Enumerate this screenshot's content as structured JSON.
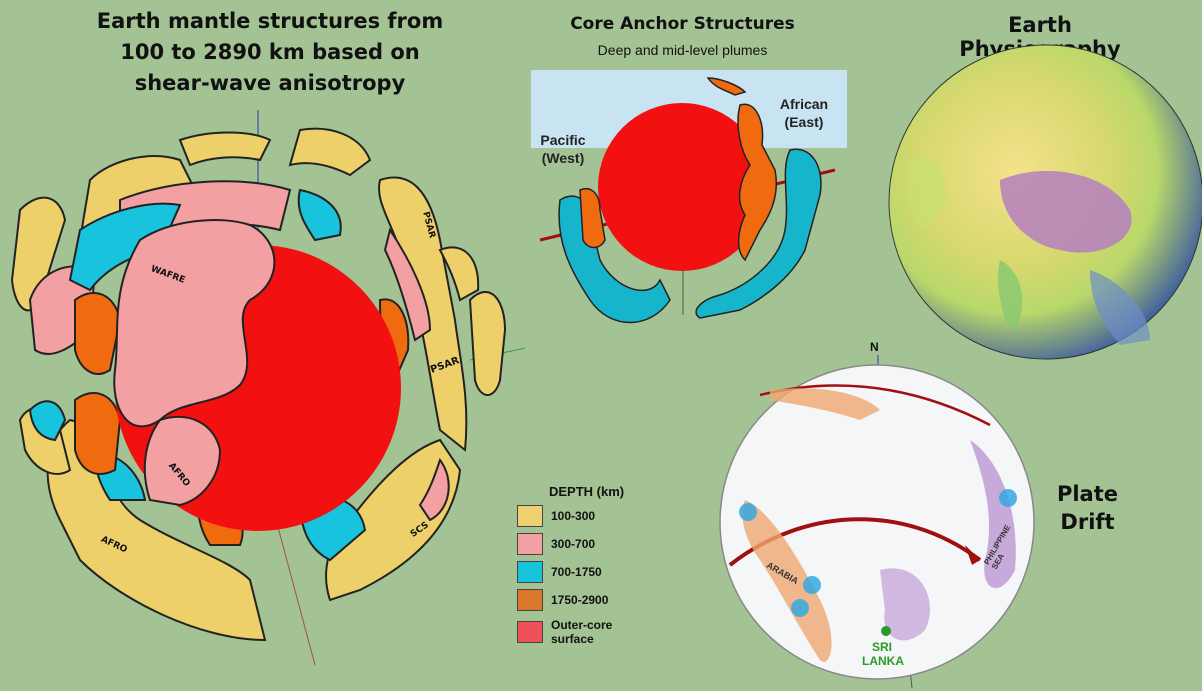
{
  "main": {
    "title": "Earth mantle structures from 100 to 2890 km based on shear-wave anisotropy",
    "structure_labels": [
      "WAFRE",
      "PSAR",
      "AFRO",
      "AFRO",
      "SCS",
      "PSAR"
    ]
  },
  "core_anchor": {
    "title": "Core Anchor Structures",
    "subtitle": "Deep and mid-level plumes",
    "label_west": "Pacific (West)",
    "label_east": "African (East)"
  },
  "physiography": {
    "title": "Earth Physiography"
  },
  "drift": {
    "title": "Plate Drift",
    "north_label": "N",
    "map_labels": [
      "ARABIA",
      "PHILIPPINE SEA",
      "SRI LANKA"
    ]
  },
  "legend": {
    "title": "DEPTH (km)",
    "items": [
      {
        "label": "100-300",
        "color": "#eed070"
      },
      {
        "label": "300-700",
        "color": "#f2a0a2"
      },
      {
        "label": "700-1750",
        "color": "#17c3dd"
      },
      {
        "label": "1750-2900",
        "color": "#d9782c"
      },
      {
        "label": "Outer-core surface",
        "color": "#f05058"
      }
    ]
  }
}
